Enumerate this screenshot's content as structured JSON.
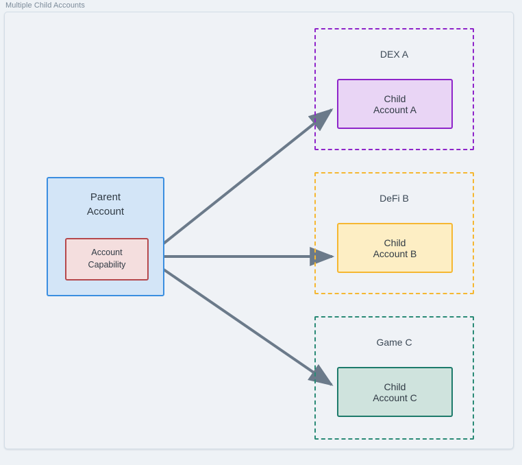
{
  "diagram": {
    "caption": "Multiple Child Accounts",
    "colors": {
      "background": "#eef2f6",
      "frame_border": "#d3dde6",
      "arrow": "#6b7a8a",
      "parent_border": "#3a8ee0",
      "parent_fill": "#d3e5f7",
      "capability_border": "#b5484c",
      "capability_fill": "#f4dede",
      "dex_accent": "#8e24c9",
      "defi_accent": "#f5b731",
      "game_accent": "#2a8a76"
    },
    "parent": {
      "title_line1": "Parent",
      "title_line2": "Account",
      "capability_line1": "Account",
      "capability_line2": "Capability"
    },
    "groups": [
      {
        "id": "dex",
        "label": "DEX A",
        "child_line1": "Child",
        "child_line2": "Account A"
      },
      {
        "id": "defi",
        "label": "DeFi B",
        "child_line1": "Child",
        "child_line2": "Account B"
      },
      {
        "id": "game",
        "label": "Game C",
        "child_line1": "Child",
        "child_line2": "Account C"
      }
    ],
    "edges": [
      {
        "id": "parent-to-child-a",
        "from": "account-capability",
        "to": "child-account-a"
      },
      {
        "id": "parent-to-child-b",
        "from": "account-capability",
        "to": "child-account-b"
      },
      {
        "id": "parent-to-child-c",
        "from": "account-capability",
        "to": "child-account-c"
      }
    ]
  }
}
